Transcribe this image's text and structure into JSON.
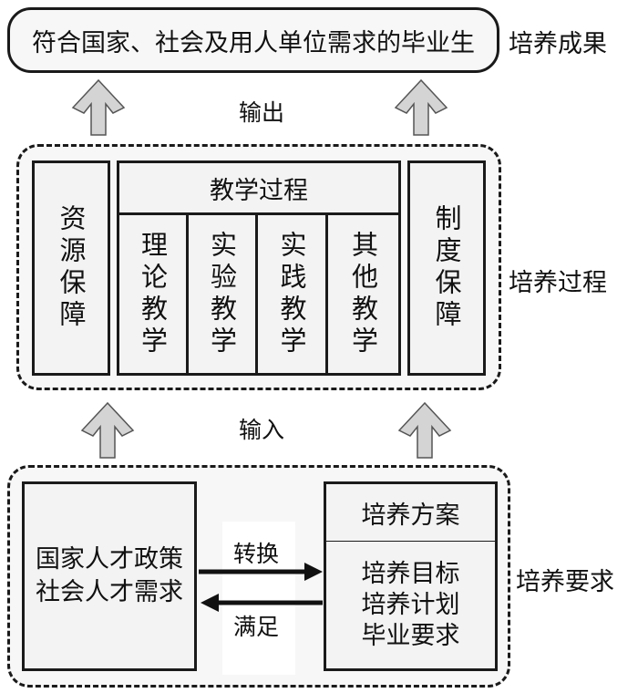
{
  "outcome": {
    "text": "符合国家、社会及用人单位需求的毕业生",
    "side_label": "培养成果"
  },
  "output_label": "输出",
  "input_label": "输入",
  "process": {
    "side_label": "培养过程",
    "left_column": "资源保障",
    "right_column": "制度保障",
    "teaching_header": "教学过程",
    "teaching_items": [
      "理论教学",
      "实验教学",
      "实践教学",
      "其他教学"
    ]
  },
  "requirements": {
    "side_label": "培养要求",
    "left_box": [
      "国家人才政策",
      "社会人才需求"
    ],
    "transform_label": "转换",
    "satisfy_label": "满足",
    "plan_header": "培养方案",
    "plan_items": [
      "培养目标",
      "培养计划",
      "毕业要求"
    ]
  },
  "colors": {
    "arrow_fill": "#d4d4d4",
    "arrow_stroke": "#555555",
    "box_fill": "#f3f3f3",
    "line": "#1a1a1a"
  }
}
